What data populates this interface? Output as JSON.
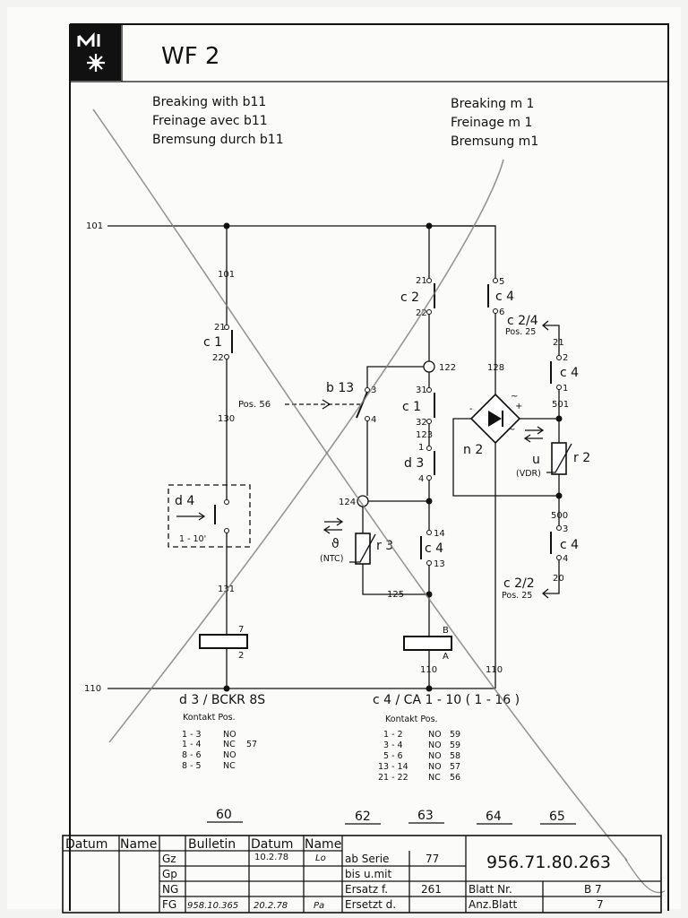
{
  "header": {
    "title": "WF 2"
  },
  "left_heading": [
    "Breaking with b11",
    "Freinage avec b11",
    "Bremsung durch b11"
  ],
  "right_heading": [
    "Breaking m 1",
    "Freinage m 1",
    "Bremsung m1"
  ],
  "nodes": {
    "n101": "101",
    "n110": "110",
    "w101": "101",
    "w130": "130",
    "w131": "131",
    "w122": "122",
    "w123": "123",
    "w124": "124",
    "w125": "125",
    "w128": "128",
    "w501": "501",
    "w500": "500",
    "w110a": "110",
    "w110b": "110"
  },
  "components": {
    "c1_left": "c 1",
    "c1_left_t1": "21",
    "c1_left_t2": "22",
    "d4": "d 4",
    "d4_range": "1 - 10'",
    "relay_left_t1": "7",
    "relay_left_t2": "2",
    "c2": "c 2",
    "c2_t1": "21",
    "c2_t2": "22",
    "c1_mid": "c 1",
    "c1_mid_t1": "31",
    "c1_mid_t2": "32",
    "d3": "d 3",
    "d3_t1": "1",
    "d3_t2": "4",
    "b13": "b 13",
    "b13_t1": "3",
    "b13_t2": "4",
    "b13_pos": "Pos. 56",
    "c4_mid": "c 4",
    "c4_mid_t1": "14",
    "c4_mid_t2": "13",
    "r3": "r 3",
    "r3_sym": "ϑ",
    "r3_type": "(NTC)",
    "relay_mid_t1": "B",
    "relay_mid_t2": "A",
    "c4_top": "c 4",
    "c4_top_t1": "5",
    "c4_top_t2": "6",
    "n2": "n 2",
    "c24": "c 2/4",
    "c24_pos": "Pos. 25",
    "c4_r1": "c 4",
    "c4_r1_t1": "21",
    "c4_r1_t2": "2",
    "c4_r1_t3": "1",
    "r2": "r 2",
    "r2_sym": "u",
    "r2_type": "(VDR)",
    "c4_r2": "c 4",
    "c4_r2_t1": "3",
    "c4_r2_t2": "4",
    "c4_r2_t3": "20",
    "c22": "c 2/2",
    "c22_pos": "Pos. 25"
  },
  "left_table": {
    "title": "d 3 / BCKR 8S",
    "header": "Kontakt   Pos.",
    "rows": [
      {
        "kontakt": "1 - 3",
        "type": "NO",
        "pos": ""
      },
      {
        "kontakt": "1 - 4",
        "type": "NC",
        "pos": "57"
      },
      {
        "kontakt": "8 - 6",
        "type": "NO",
        "pos": ""
      },
      {
        "kontakt": "8 - 5",
        "type": "NC",
        "pos": ""
      }
    ]
  },
  "right_table": {
    "title": "c 4 / CA 1 - 10 ( 1 - 16 )",
    "header": "Kontakt   Pos.",
    "rows": [
      {
        "kontakt": "1 - 2",
        "type": "NO",
        "pos": "59"
      },
      {
        "kontakt": "3 - 4",
        "type": "NO",
        "pos": "59"
      },
      {
        "kontakt": "5 - 6",
        "type": "NO",
        "pos": "58"
      },
      {
        "kontakt": "13 - 14",
        "type": "NO",
        "pos": "57"
      },
      {
        "kontakt": "21 - 22",
        "type": "NC",
        "pos": "56"
      }
    ]
  },
  "positions": [
    "60",
    "62",
    "63",
    "64",
    "65"
  ],
  "title_block": {
    "datum": "Datum",
    "name": "Name",
    "bulletin": "Bulletin",
    "datum2": "Datum",
    "name2": "Name",
    "gz": "Gz",
    "gp": "Gp",
    "ng": "NG",
    "fg": "FG",
    "gz_date": "10.2.78",
    "gz_sign": "Lo",
    "fg_bulletin": "958.10.365",
    "fg_date": "20.2.78",
    "fg_sign": "Pa",
    "ab_serie": "ab Serie",
    "ab_serie_val": "77",
    "bis_umit": "bis u.mit",
    "ersatz": "Ersatz f.",
    "ersatz_val": "261",
    "ersetzt": "Ersetzt d.",
    "drawing_no": "956.71.80.263",
    "blatt_nr": "Blatt Nr.",
    "blatt_nr_val": "B 7",
    "anz_blatt": "Anz.Blatt",
    "anz_blatt_val": "7"
  }
}
